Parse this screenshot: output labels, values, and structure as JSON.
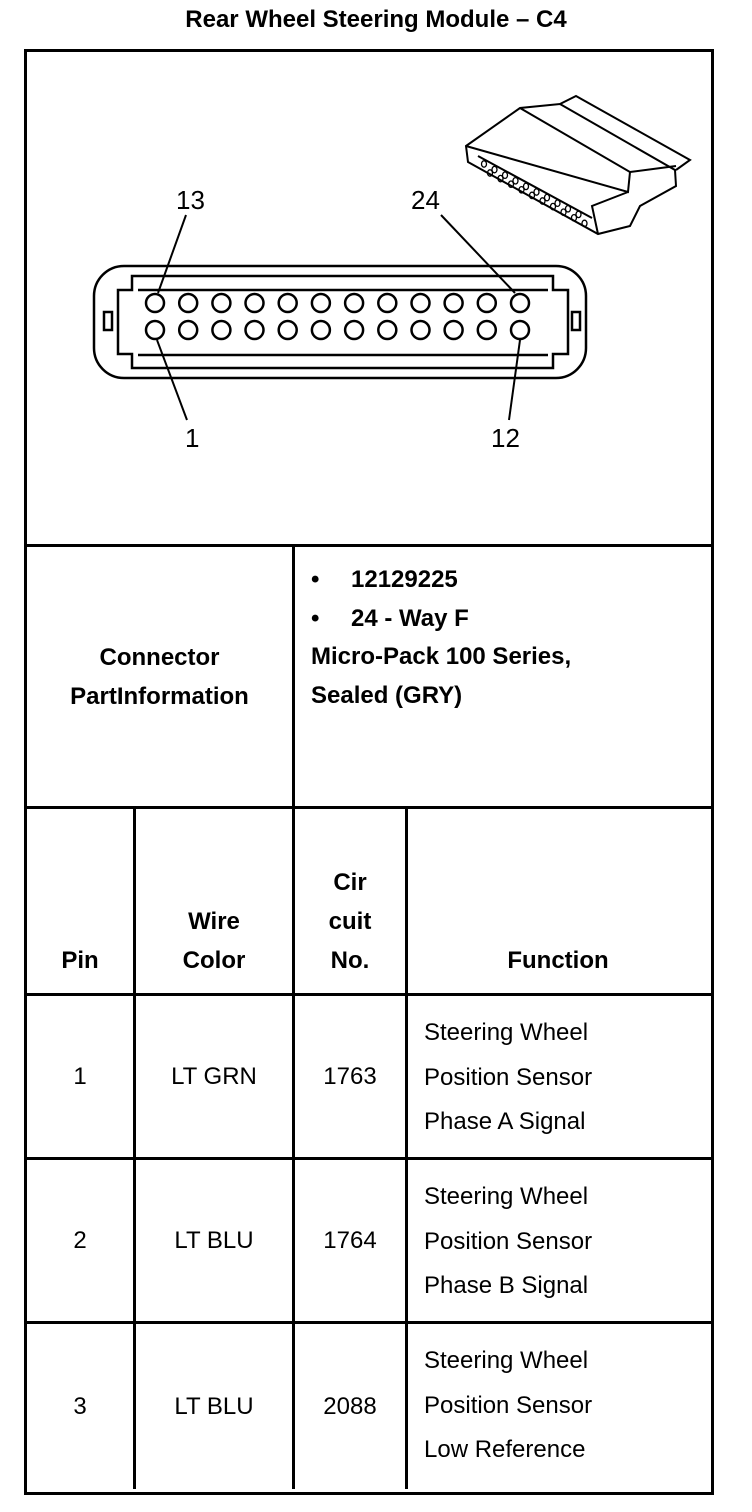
{
  "title": "Rear Wheel Steering Module – C4",
  "connector": {
    "pin_labels": {
      "top_left": "13",
      "top_right": "24",
      "bottom_left": "1",
      "bottom_right": "12"
    },
    "pins_per_row": 12,
    "rows": 2
  },
  "part_info": {
    "label_line1": "Connector",
    "label_line2": "PartInformation",
    "bullet": "•",
    "part_number": "12129225",
    "way": "24 - Way F",
    "series": "Micro-Pack 100 Series,",
    "sealed": "Sealed (GRY)"
  },
  "table": {
    "headers": {
      "pin": "Pin",
      "wire_color_1": "Wire",
      "wire_color_2": "Color",
      "circuit_1": "Cir",
      "circuit_2": "cuit",
      "circuit_3": "No.",
      "function": "Function"
    },
    "rows": [
      {
        "pin": "1",
        "wire_color": "LT GRN",
        "circuit": "1763",
        "function": [
          "Steering Wheel",
          "Position Sensor",
          "Phase A Signal"
        ]
      },
      {
        "pin": "2",
        "wire_color": "LT BLU",
        "circuit": "1764",
        "function": [
          "Steering Wheel",
          "Position Sensor",
          "Phase B Signal"
        ]
      },
      {
        "pin": "3",
        "wire_color": "LT BLU",
        "circuit": "2088",
        "function": [
          "Steering Wheel",
          "Position Sensor",
          "Low Reference"
        ]
      }
    ]
  }
}
